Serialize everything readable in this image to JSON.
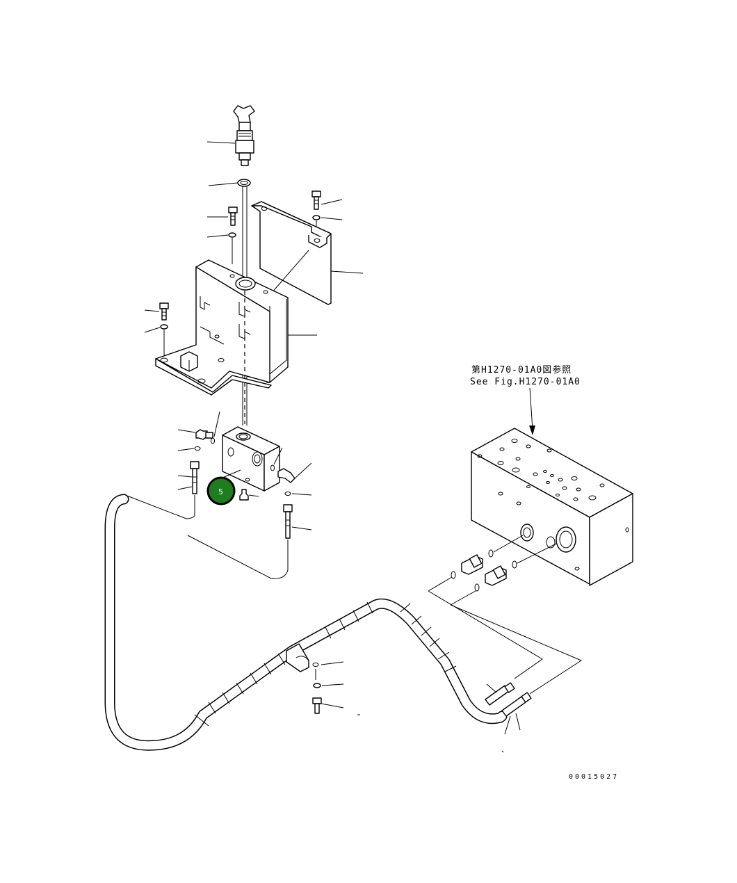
{
  "reference_note": {
    "japanese": "第H1270-01A0図参照",
    "english": "See Fig.H1270-01A0"
  },
  "drawing_number": "00015027",
  "callout": {
    "label": "5",
    "fill_color": "#1e7d1e",
    "ring_color": "#000000"
  }
}
